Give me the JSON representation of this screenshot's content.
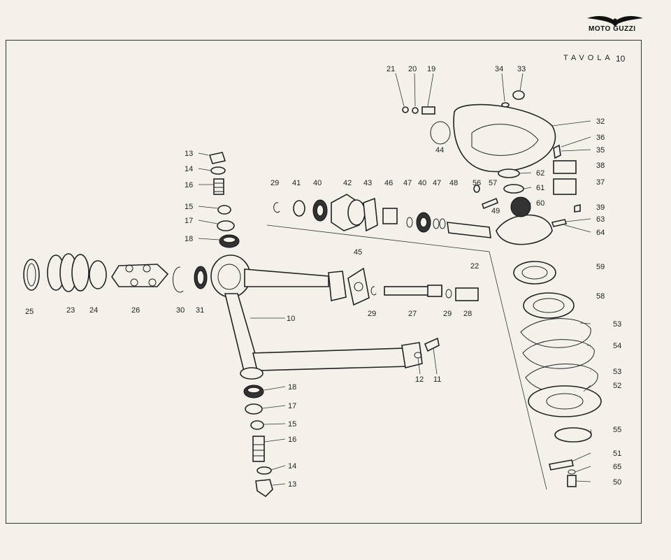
{
  "brand": {
    "logo_text": "MOTO GUZZI"
  },
  "plate": {
    "title": "TAVOLA",
    "number": "10"
  },
  "part_labels": [
    {
      "id": "13a",
      "text": "13"
    },
    {
      "id": "14a",
      "text": "14"
    },
    {
      "id": "16a",
      "text": "16"
    },
    {
      "id": "15a",
      "text": "15"
    },
    {
      "id": "17a",
      "text": "17"
    },
    {
      "id": "18a",
      "text": "18"
    },
    {
      "id": "25",
      "text": "25"
    },
    {
      "id": "23",
      "text": "23"
    },
    {
      "id": "24",
      "text": "24"
    },
    {
      "id": "26",
      "text": "26"
    },
    {
      "id": "30",
      "text": "30"
    },
    {
      "id": "31",
      "text": "31"
    },
    {
      "id": "10",
      "text": "10"
    },
    {
      "id": "29a",
      "text": "29"
    },
    {
      "id": "41",
      "text": "41"
    },
    {
      "id": "40a",
      "text": "40"
    },
    {
      "id": "42",
      "text": "42"
    },
    {
      "id": "43",
      "text": "43"
    },
    {
      "id": "46",
      "text": "46"
    },
    {
      "id": "47a",
      "text": "47"
    },
    {
      "id": "40b",
      "text": "40"
    },
    {
      "id": "47b",
      "text": "47"
    },
    {
      "id": "48",
      "text": "48"
    },
    {
      "id": "45",
      "text": "45"
    },
    {
      "id": "29b",
      "text": "29"
    },
    {
      "id": "27",
      "text": "27"
    },
    {
      "id": "29c",
      "text": "29"
    },
    {
      "id": "28",
      "text": "28"
    },
    {
      "id": "12",
      "text": "12"
    },
    {
      "id": "11",
      "text": "11"
    },
    {
      "id": "21",
      "text": "21"
    },
    {
      "id": "20",
      "text": "20"
    },
    {
      "id": "19",
      "text": "19"
    },
    {
      "id": "34",
      "text": "34"
    },
    {
      "id": "33",
      "text": "33"
    },
    {
      "id": "32",
      "text": "32"
    },
    {
      "id": "36",
      "text": "36"
    },
    {
      "id": "35",
      "text": "35"
    },
    {
      "id": "38",
      "text": "38"
    },
    {
      "id": "37",
      "text": "37"
    },
    {
      "id": "39",
      "text": "39"
    },
    {
      "id": "63",
      "text": "63"
    },
    {
      "id": "64",
      "text": "64"
    },
    {
      "id": "44",
      "text": "44"
    },
    {
      "id": "62",
      "text": "62"
    },
    {
      "id": "61",
      "text": "61"
    },
    {
      "id": "60",
      "text": "60"
    },
    {
      "id": "56",
      "text": "56"
    },
    {
      "id": "57",
      "text": "57"
    },
    {
      "id": "49",
      "text": "49"
    },
    {
      "id": "22",
      "text": "22"
    },
    {
      "id": "59",
      "text": "59"
    },
    {
      "id": "58",
      "text": "58"
    },
    {
      "id": "53a",
      "text": "53"
    },
    {
      "id": "54",
      "text": "54"
    },
    {
      "id": "53b",
      "text": "53"
    },
    {
      "id": "52",
      "text": "52"
    },
    {
      "id": "55",
      "text": "55"
    },
    {
      "id": "51",
      "text": "51"
    },
    {
      "id": "65",
      "text": "65"
    },
    {
      "id": "50",
      "text": "50"
    },
    {
      "id": "18b",
      "text": "18"
    },
    {
      "id": "17b",
      "text": "17"
    },
    {
      "id": "15b",
      "text": "15"
    },
    {
      "id": "16b",
      "text": "16"
    },
    {
      "id": "14b",
      "text": "14"
    },
    {
      "id": "13b",
      "text": "13"
    }
  ]
}
